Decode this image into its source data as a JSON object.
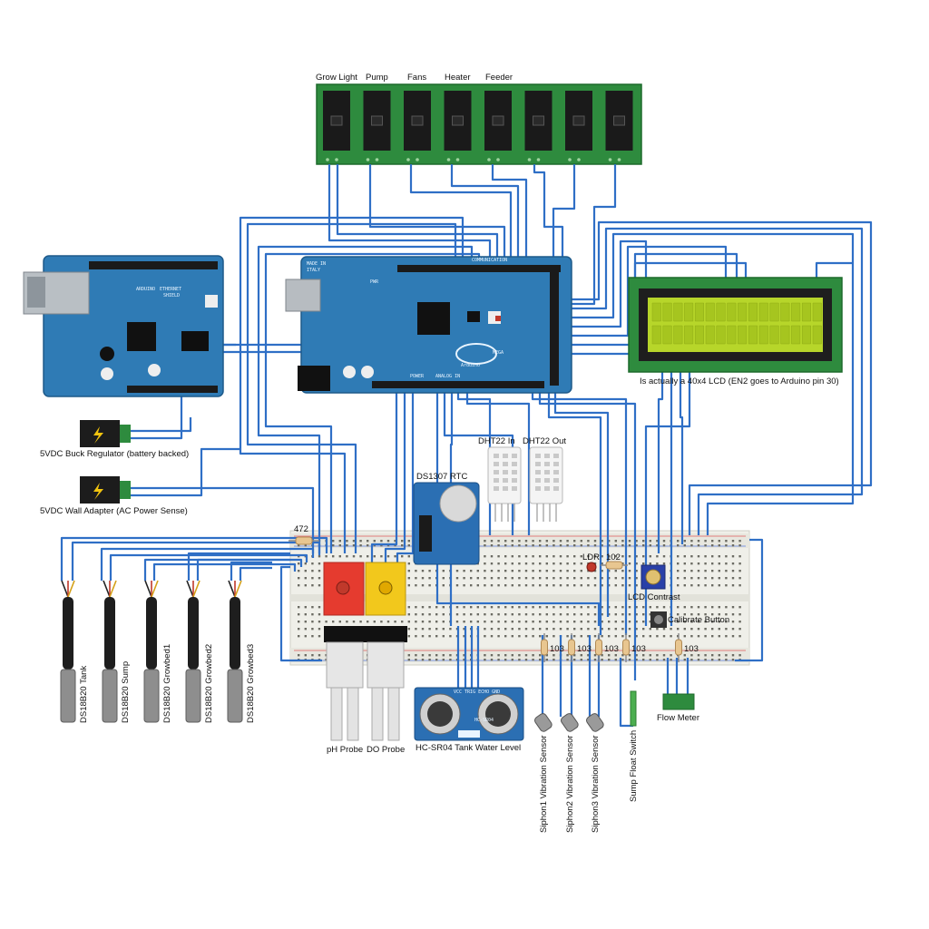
{
  "relay_labels": [
    "Grow Light",
    "Pump",
    "Fans",
    "Heater",
    "Feeder"
  ],
  "lcd_note": "Is actually a 40x4 LCD (EN2 goes to Arduino pin 30)",
  "power": {
    "buck_label": "5VDC Buck Regulator (battery backed)",
    "wall_label": "5VDC Wall Adapter (AC Power Sense)"
  },
  "resistor_472": "472",
  "resistor_102": "102",
  "resistor_103": [
    "103",
    "103",
    "103",
    "103",
    "103"
  ],
  "rtc_label": "DS1307 RTC",
  "dht_labels": [
    "DHT22 In",
    "DHT22 Out"
  ],
  "ldr_label": "LDR",
  "lcd_contrast_label": "LCD Contrast",
  "calibrate_label": "Calibrate Button",
  "flow_meter_label": "Flow Meter",
  "temp_sensors": [
    "DS18B20 Tank",
    "DS18B20 Sump",
    "DS18B20 Growbed1",
    "DS18B20 Growbed2",
    "DS18B20 Growbed3"
  ],
  "ph_label": "pH Probe",
  "do_label": "DO Probe",
  "sonar_label": "HC-SR04 Tank Water Level",
  "vibration_labels": [
    "Siphon1 Vibration Sensor",
    "Siphon2 Vibration Sensor",
    "Siphon3 Vibration Sensor"
  ],
  "float_label": "Sump Float Switch",
  "board_text": {
    "mega_made_in": "MADE IN",
    "mega_italy": "ITALY",
    "mega_brand": "Arduino",
    "mega_model": "MEGA",
    "mega_pwr": "PWR",
    "mega_power": "POWER",
    "mega_analog": "ANALOG IN",
    "mega_comm": "COMMUNICATION",
    "eth_brand": "ARDUINO",
    "eth_model": "ETHERNET",
    "eth_shield": "SHIELD",
    "sonar_chip": "HC-SR04",
    "sonar_pins": "VCC TRIG ECHO GND"
  },
  "colors": {
    "wire": "#2f6fc6",
    "arduino_board": "#2f7bb5",
    "relay_board": "#2e8b3e",
    "lcd_screen": "#b7d62a",
    "breadboard": "#f2f2ec",
    "ph_board": "#e53b2f",
    "do_board": "#f2c81c",
    "rtc_board": "#2b6fb3"
  }
}
